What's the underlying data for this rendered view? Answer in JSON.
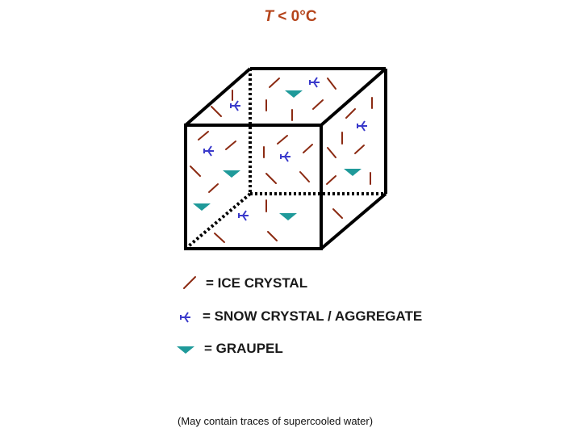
{
  "title": {
    "variable": "T",
    "rest": " < 0°C",
    "color": "#b5441b"
  },
  "legend": [
    {
      "symbol": "ice-crystal",
      "label": "= ICE CRYSTAL"
    },
    {
      "symbol": "snow-crystal",
      "label": "= SNOW CRYSTAL / AGGREGATE"
    },
    {
      "symbol": "graupel",
      "label": "= GRAUPEL"
    }
  ],
  "footnote": "(May contain traces of supercooled water)",
  "colors": {
    "ice_crystal": "#8b2a12",
    "snow_crystal": "#3a3acb",
    "graupel": "#1f9a9a",
    "cube_edge": "#000000"
  }
}
